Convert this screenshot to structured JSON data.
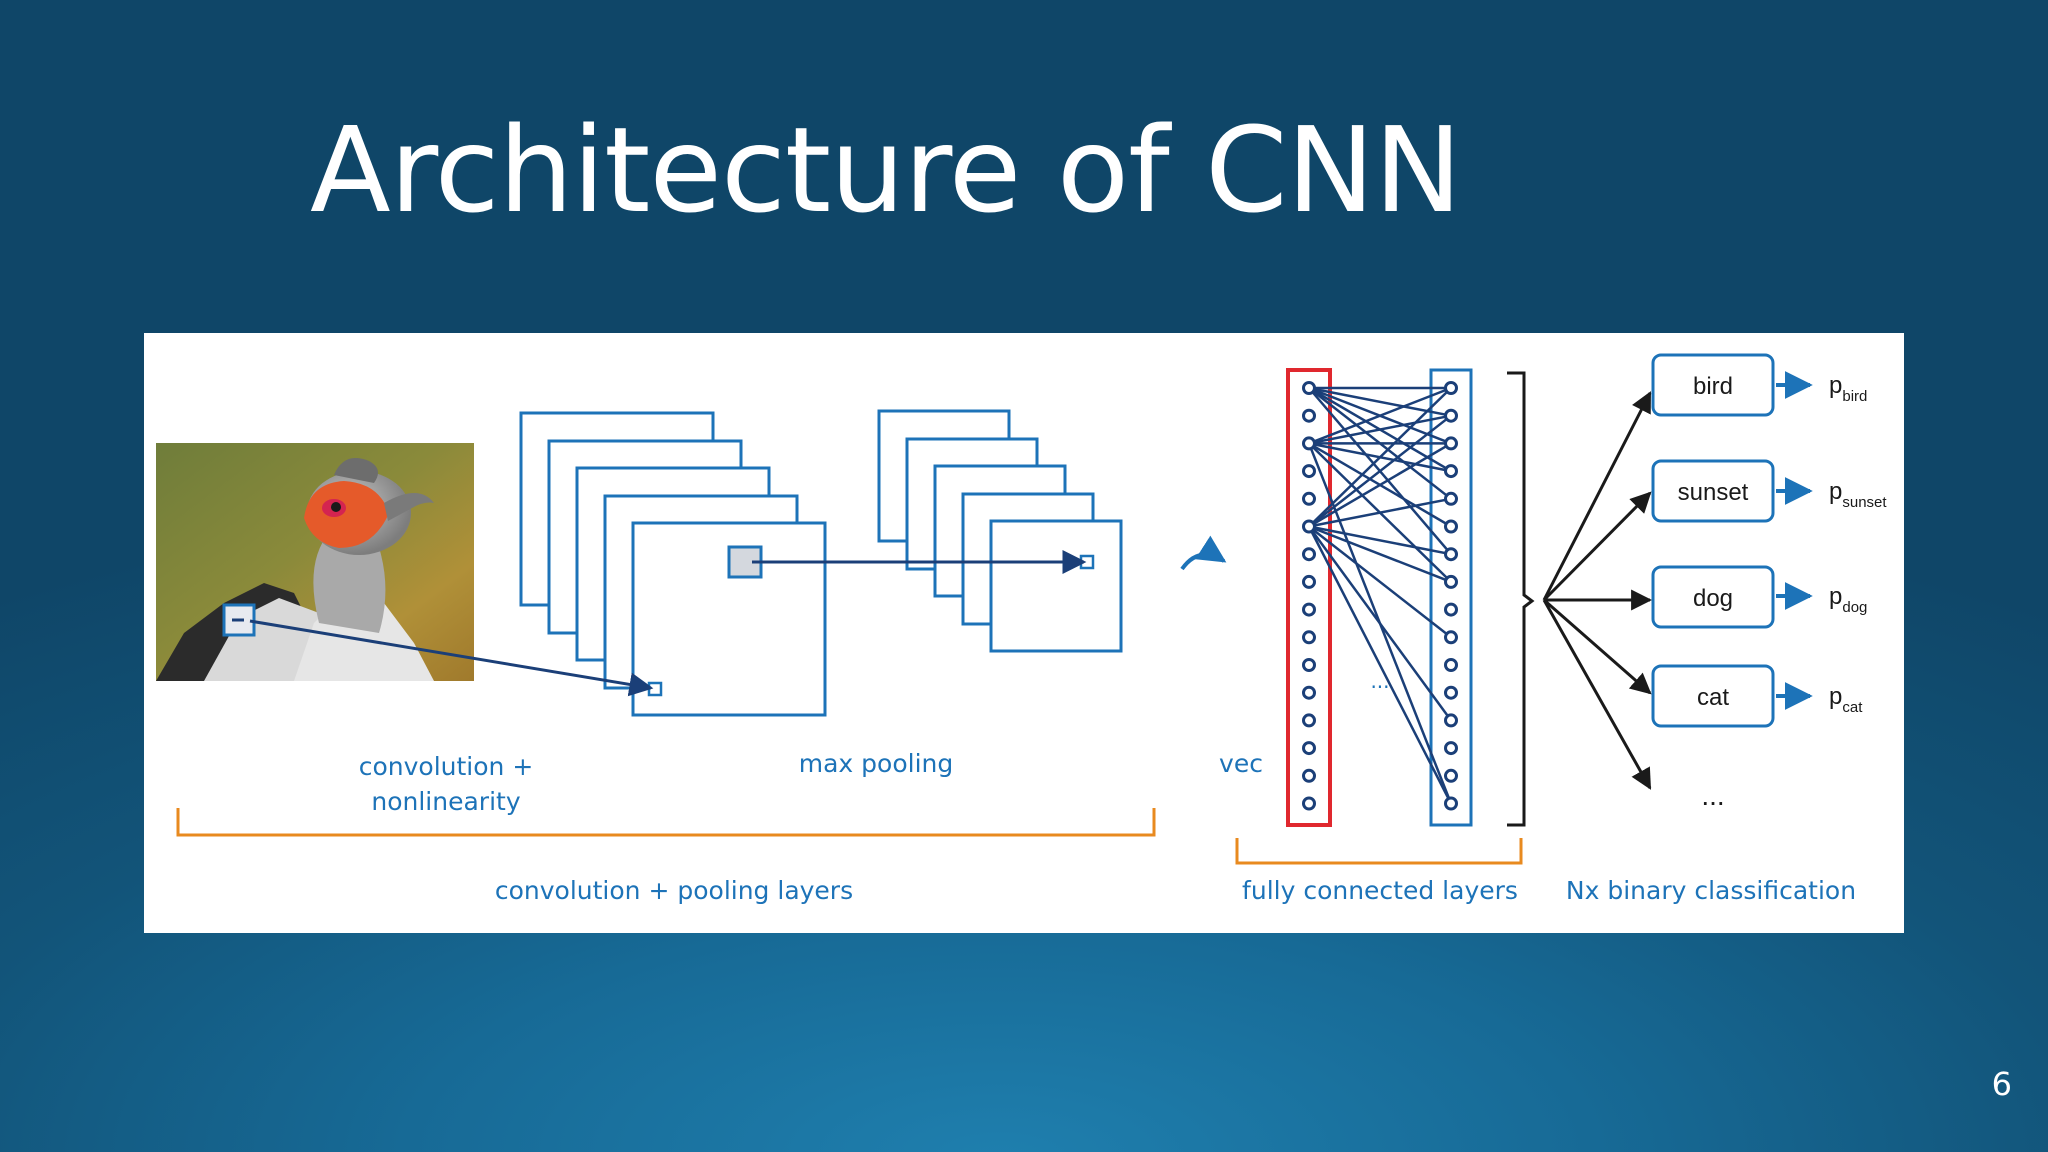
{
  "slide": {
    "title": "Architecture of CNN",
    "page_number": "6"
  },
  "diagram": {
    "labels": {
      "conv_line1": "convolution +",
      "conv_line2": "nonlinearity",
      "max_pooling": "max pooling",
      "vec": "vec",
      "conv_pool_layers": "convolution + pooling layers",
      "fc_layers": "fully connected layers",
      "nx_binary": "Nx binary classification",
      "fc_ellipsis": "...",
      "class_ellipsis": "..."
    },
    "classes": [
      {
        "name": "bird",
        "prob": "p",
        "sub": "bird"
      },
      {
        "name": "sunset",
        "prob": "p",
        "sub": "sunset"
      },
      {
        "name": "dog",
        "prob": "p",
        "sub": "dog"
      },
      {
        "name": "cat",
        "prob": "p",
        "sub": "cat"
      }
    ],
    "colors": {
      "blue": "#1d73b8",
      "dark_blue": "#1b3f78",
      "red": "#e0282e",
      "orange": "#e88a1f",
      "arrow_dark": "#1a1a1a"
    },
    "icons": {
      "input_image": "bird-photo",
      "flatten_arrow": "curved-arrow-icon"
    }
  }
}
